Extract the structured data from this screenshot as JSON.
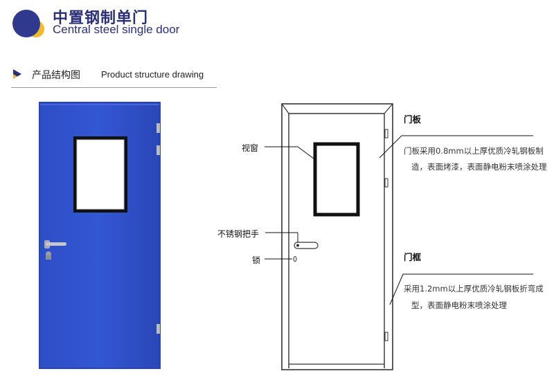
{
  "header": {
    "title_zh": "中置钢制单门",
    "title_en": "Central steel single door"
  },
  "section": {
    "title_zh": "产品结构图",
    "title_en": "Product structure drawing"
  },
  "callouts": {
    "window": "视窗",
    "handle": "不锈钢把手",
    "lock": "锁",
    "door_panel_title": "门板",
    "door_panel_desc_1": "门板采用0.8mm以上厚优质冷轧钢板制",
    "door_panel_desc_2": "造，表面烤漆，表面静电粉末喷涂处理",
    "door_frame_title": "门框",
    "door_frame_desc_1": "采用1.2mm以上厚优质冷轧钢板折弯成",
    "door_frame_desc_2": "型，表面静电粉末喷涂处理"
  },
  "colors": {
    "brand_dark": "#2a2f7a",
    "accent_yellow": "#f2b92b",
    "door_blue": "#2f4fc4"
  }
}
